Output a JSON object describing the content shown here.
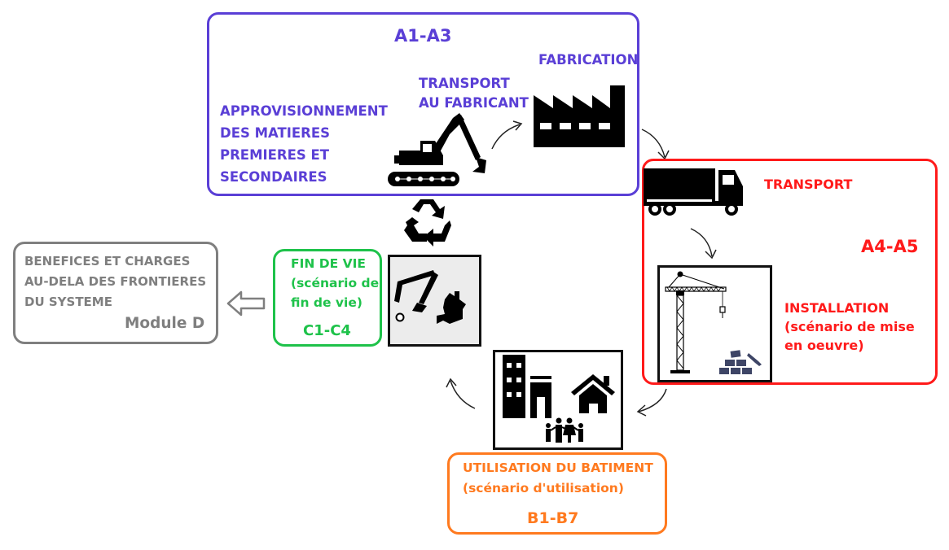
{
  "colors": {
    "stage_a1a3": "#5a3fd6",
    "stage_a4a5": "#ff1a1a",
    "stage_b": "#ff7a1f",
    "stage_c": "#1ec24a",
    "module_d": "#7f7f7f",
    "icon": "#000000",
    "bricks": "#3e4566"
  },
  "a1a3": {
    "code": "A1-A3",
    "supply_lines": [
      "APPROVISIONNEMENT",
      "DES MATIERES",
      "PREMIERES ET",
      "SECONDAIRES"
    ],
    "transport_lines": [
      "TRANSPORT",
      "AU FABRICANT"
    ],
    "manufacturing": "FABRICATION",
    "icons": [
      "excavator-icon",
      "factory-icon"
    ]
  },
  "a4a5": {
    "code": "A4-A5",
    "transport": "TRANSPORT",
    "install_lines": [
      "INSTALLATION",
      "(scénario de mise",
      "en oeuvre)"
    ],
    "icons": [
      "truck-icon",
      "crane-icon",
      "bricks-icon"
    ]
  },
  "b": {
    "code": "B1-B7",
    "title": "UTILISATION DU BATIMENT",
    "subtitle": "(scénario d'utilisation)",
    "icons": [
      "buildings-icon",
      "house-icon",
      "family-icon"
    ]
  },
  "c": {
    "code": "C1-C4",
    "lines": [
      "FIN DE VIE",
      "(scénario de",
      "fin de vie)"
    ],
    "icons": [
      "demolition-icon",
      "recycle-icon"
    ]
  },
  "d": {
    "lines": [
      "BENEFICES ET CHARGES",
      "AU-DELA DES FRONTIERES",
      "DU SYSTEME"
    ],
    "module": "Module D"
  }
}
